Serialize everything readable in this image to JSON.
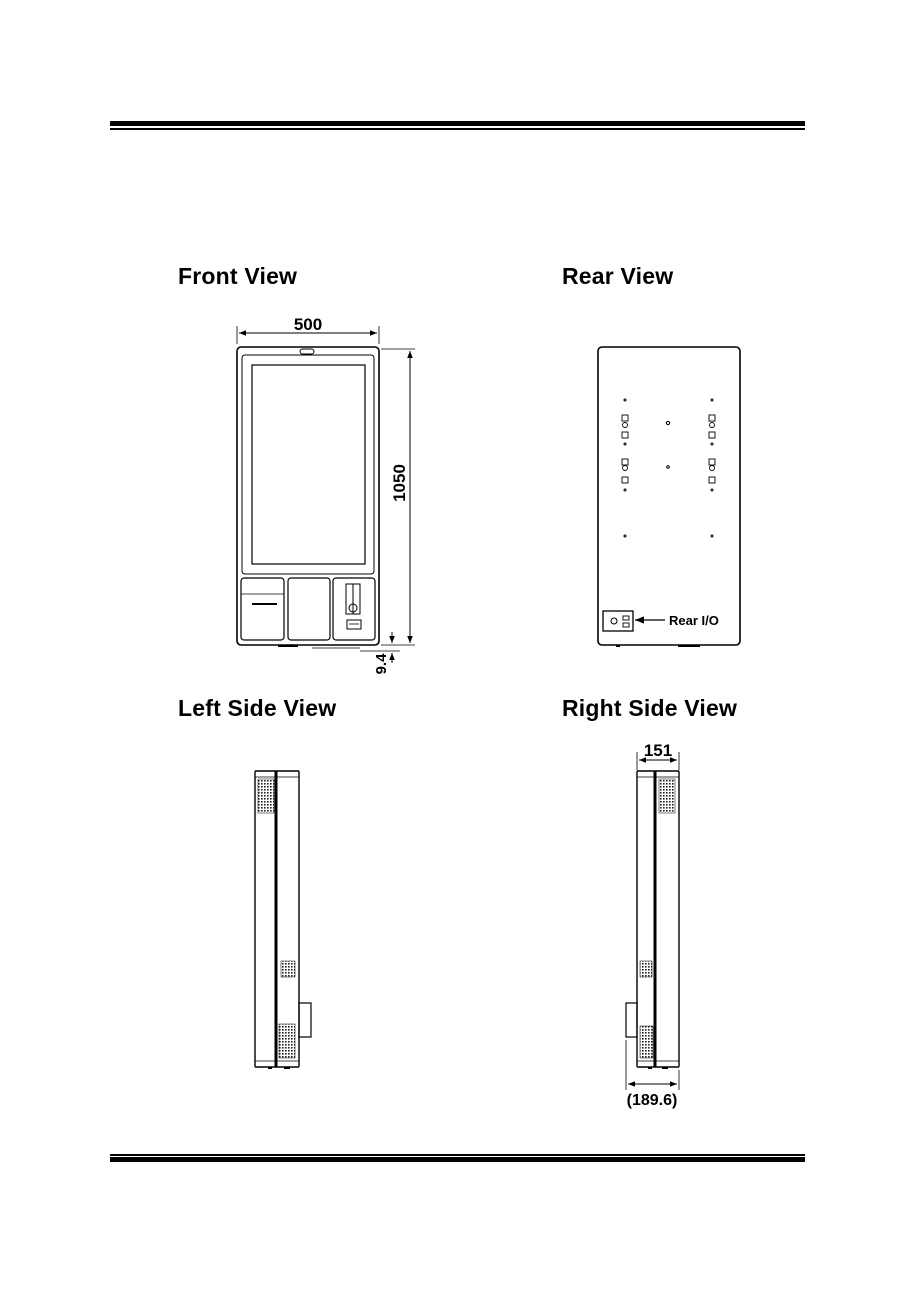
{
  "views": {
    "front": {
      "title": "Front View",
      "width_label": "500",
      "height_label": "1050",
      "offset_label": "9.4"
    },
    "rear": {
      "title": "Rear View",
      "io_label": "Rear I/O"
    },
    "left_side": {
      "title": "Left Side View"
    },
    "right_side": {
      "title": "Right Side View",
      "depth_label": "151",
      "overall_depth_label": "(189.6)"
    }
  }
}
